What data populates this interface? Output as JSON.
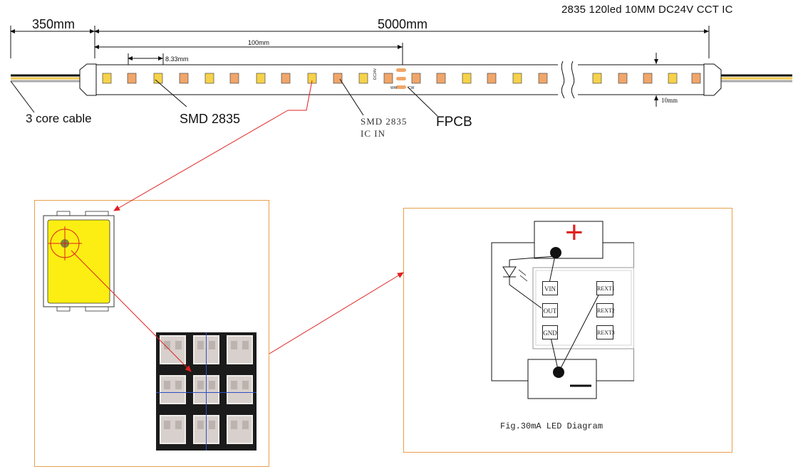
{
  "header": {
    "spec": "2835 120led 10MM DC24V  CCT  IC"
  },
  "dimensions": {
    "lead": "350mm",
    "length": "5000mm",
    "segment": "100mm",
    "pitch": "8.33mm",
    "width": "10mm"
  },
  "labels": {
    "cable": "3 core cable",
    "smd": "SMD 2835",
    "smd_ic_line1": "SMD 2835",
    "smd_ic_line2": "IC IN",
    "fpcb": "FPCB",
    "pad_voltage": "DC24V",
    "pad_ww": "WW",
    "pad_cw": "CW"
  },
  "circuit": {
    "plus": "+",
    "pins": [
      "VIN",
      "OUT",
      "GND",
      "REXT1",
      "REXT2",
      "REXT3"
    ],
    "caption": "Fig.30mA  LED Diagram"
  },
  "colors": {
    "led_yellow": "#f6d24a",
    "led_orange": "#f0a66a",
    "frame": "#e8a04b",
    "arrow": "#e02020"
  }
}
